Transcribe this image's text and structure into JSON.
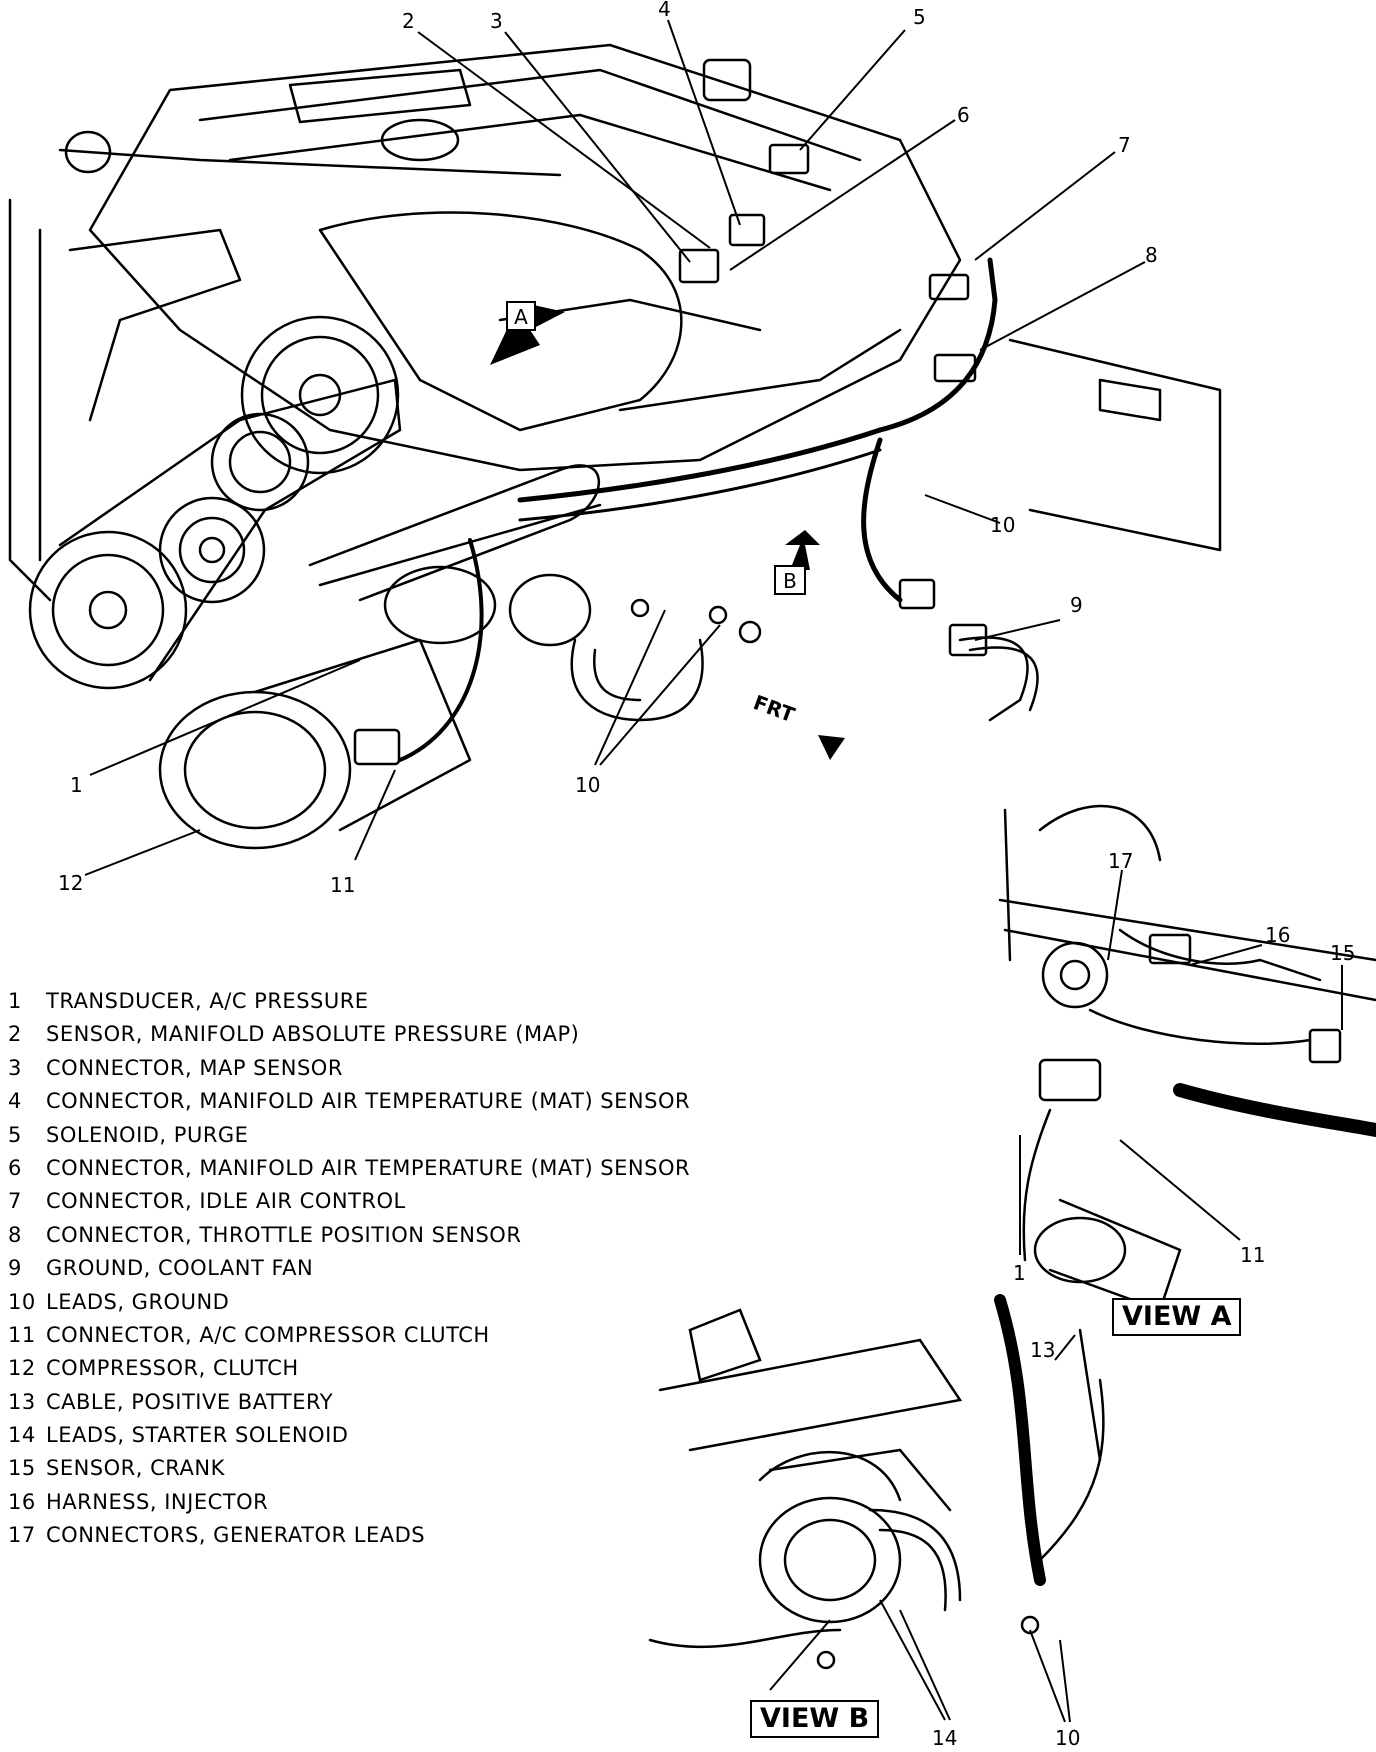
{
  "callouts": {
    "c1": "1",
    "c2": "2",
    "c3": "3",
    "c4": "4",
    "c5": "5",
    "c6": "6",
    "c7": "7",
    "c8": "8",
    "c9": "9",
    "c10": "10",
    "c10b": "10",
    "c11": "11",
    "c12": "12",
    "a17": "17",
    "a16": "16",
    "a15": "15",
    "a1": "1",
    "a11": "11",
    "b13": "13",
    "b14": "14",
    "b10": "10"
  },
  "arrows": {
    "a": "A",
    "b": "B",
    "front": "FRT"
  },
  "view_labels": {
    "a": "VIEW A",
    "b": "VIEW B"
  },
  "legend": [
    {
      "num": "1",
      "text": "TRANSDUCER, A/C PRESSURE"
    },
    {
      "num": "2",
      "text": "SENSOR, MANIFOLD ABSOLUTE PRESSURE (MAP)"
    },
    {
      "num": "3",
      "text": "CONNECTOR, MAP SENSOR"
    },
    {
      "num": "4",
      "text": "CONNECTOR, MANIFOLD AIR TEMPERATURE (MAT) SENSOR"
    },
    {
      "num": "5",
      "text": "SOLENOID, PURGE"
    },
    {
      "num": "6",
      "text": "CONNECTOR, MANIFOLD AIR TEMPERATURE (MAT) SENSOR"
    },
    {
      "num": "7",
      "text": "CONNECTOR, IDLE AIR CONTROL"
    },
    {
      "num": "8",
      "text": "CONNECTOR, THROTTLE POSITION SENSOR"
    },
    {
      "num": "9",
      "text": "GROUND, COOLANT FAN"
    },
    {
      "num": "10",
      "text": "LEADS, GROUND"
    },
    {
      "num": "11",
      "text": "CONNECTOR, A/C COMPRESSOR CLUTCH"
    },
    {
      "num": "12",
      "text": "COMPRESSOR, CLUTCH"
    },
    {
      "num": "13",
      "text": "CABLE, POSITIVE BATTERY"
    },
    {
      "num": "14",
      "text": "LEADS, STARTER SOLENOID"
    },
    {
      "num": "15",
      "text": "SENSOR, CRANK"
    },
    {
      "num": "16",
      "text": "HARNESS, INJECTOR"
    },
    {
      "num": "17",
      "text": "CONNECTORS, GENERATOR LEADS"
    }
  ]
}
